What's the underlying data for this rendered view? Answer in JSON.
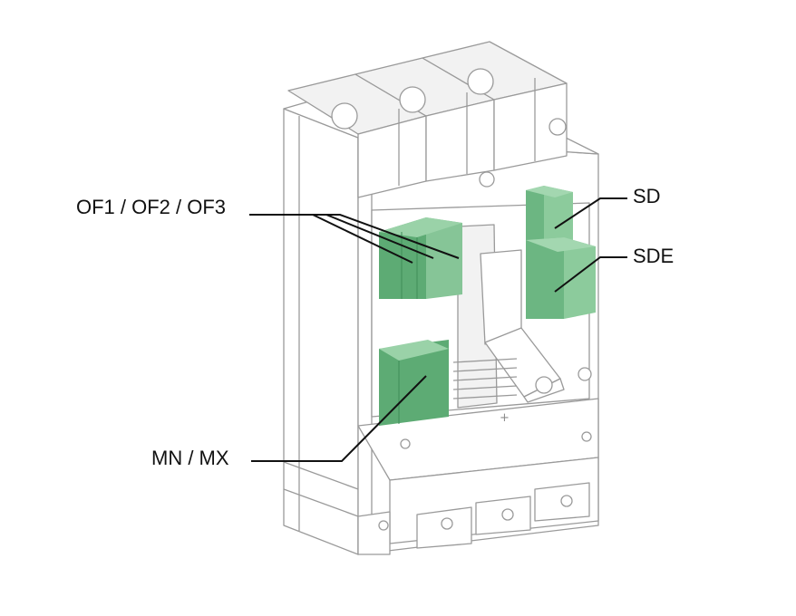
{
  "labels": {
    "of": "OF1 / OF2 / OF3",
    "sd": "SD",
    "sde": "SDE",
    "mnmx": "MN / MX"
  },
  "colors": {
    "accessory_green": "#7fbf8f",
    "outline_gray": "#9a9a9a",
    "leader_line": "#111111"
  }
}
